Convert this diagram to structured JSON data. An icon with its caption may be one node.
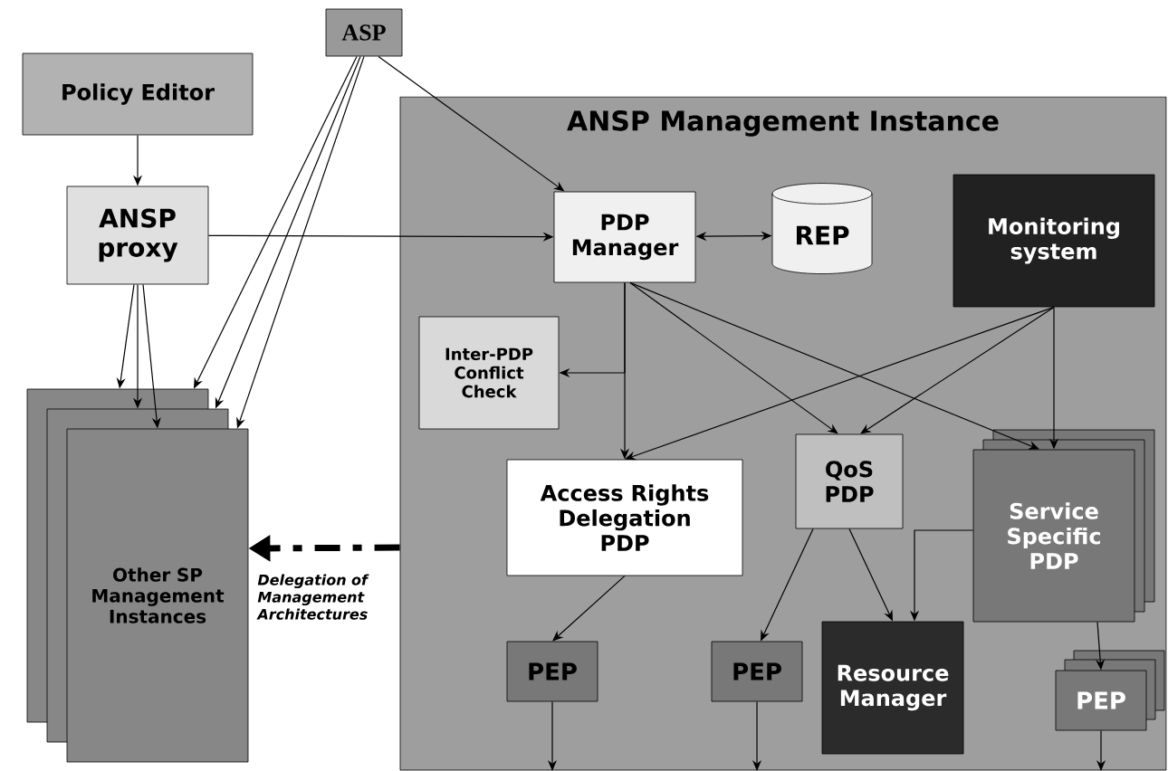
{
  "diagram": {
    "nodes": [
      {
        "text": [
          "ASP"
        ]
      },
      {
        "text": [
          "Policy Editor"
        ]
      },
      {
        "text": [
          "ANSP proxy"
        ]
      },
      {
        "text": [
          "Other SP Management Instances"
        ]
      },
      {
        "text": [
          "ANSP Management Instance"
        ]
      },
      {
        "text": [
          "PDP Manager"
        ],
        "in": 4
      },
      {
        "text": [
          "REP"
        ],
        "in": 4
      },
      {
        "text": [
          "Monitoring system"
        ],
        "in": 4
      },
      {
        "text": [
          "Inter-PDP Conflict Check"
        ],
        "in": 4
      },
      {
        "text": [
          "Access Rights Delegation PDP"
        ],
        "in": 4
      },
      {
        "text": [
          "QoS PDP"
        ],
        "in": 4
      },
      {
        "text": [
          "Service Specific PDP"
        ],
        "in": 4
      },
      {
        "text": [
          "PEP"
        ],
        "in": 4
      },
      {
        "text": [
          "PEP"
        ],
        "in": 4
      },
      {
        "text": [
          "Resource Manager"
        ],
        "in": 4
      },
      {
        "text": [
          "PEP"
        ],
        "in": 4
      }
    ],
    "edges": [
      {
        "from": 1,
        "to": 2,
        "arrow": "to"
      },
      {
        "from": 0,
        "to": 5,
        "arrow": "to"
      },
      {
        "from": 0,
        "to": 3,
        "arrow": "to"
      },
      {
        "from": 0,
        "to": 3,
        "arrow": "to"
      },
      {
        "from": 0,
        "to": 3,
        "arrow": "to"
      },
      {
        "from": 2,
        "to": 3,
        "arrow": "to"
      },
      {
        "from": 2,
        "to": 3,
        "arrow": "to"
      },
      {
        "from": 2,
        "to": 3,
        "arrow": "to"
      },
      {
        "from": 2,
        "to": 5,
        "arrow": "to"
      },
      {
        "from": 5,
        "to": 6,
        "arrow": "both"
      },
      {
        "from": 5,
        "to": 8,
        "arrow": "to"
      },
      {
        "from": 5,
        "to": 9,
        "arrow": "to"
      },
      {
        "from": 5,
        "to": 10,
        "arrow": "to"
      },
      {
        "from": 5,
        "to": 11,
        "arrow": "to"
      },
      {
        "from": 7,
        "to": 9,
        "arrow": "to"
      },
      {
        "from": 7,
        "to": 10,
        "arrow": "to"
      },
      {
        "from": 7,
        "to": 11,
        "arrow": "to"
      },
      {
        "from": 9,
        "to": 12,
        "arrow": "to"
      },
      {
        "from": 10,
        "to": 13,
        "arrow": "to"
      },
      {
        "from": 10,
        "to": 14,
        "arrow": "to"
      },
      {
        "from": 11,
        "to": 14,
        "arrow": "to"
      },
      {
        "from": 11,
        "to": 15,
        "arrow": "to"
      },
      {
        "from": 12,
        "to": null,
        "arrow": "to"
      },
      {
        "from": 13,
        "to": null,
        "arrow": "to"
      },
      {
        "from": 15,
        "to": null,
        "arrow": "to"
      },
      {
        "from": 4,
        "to": 3,
        "arrow": "to",
        "label": "Delegation of Management Architectures",
        "style": "dashed"
      }
    ]
  }
}
